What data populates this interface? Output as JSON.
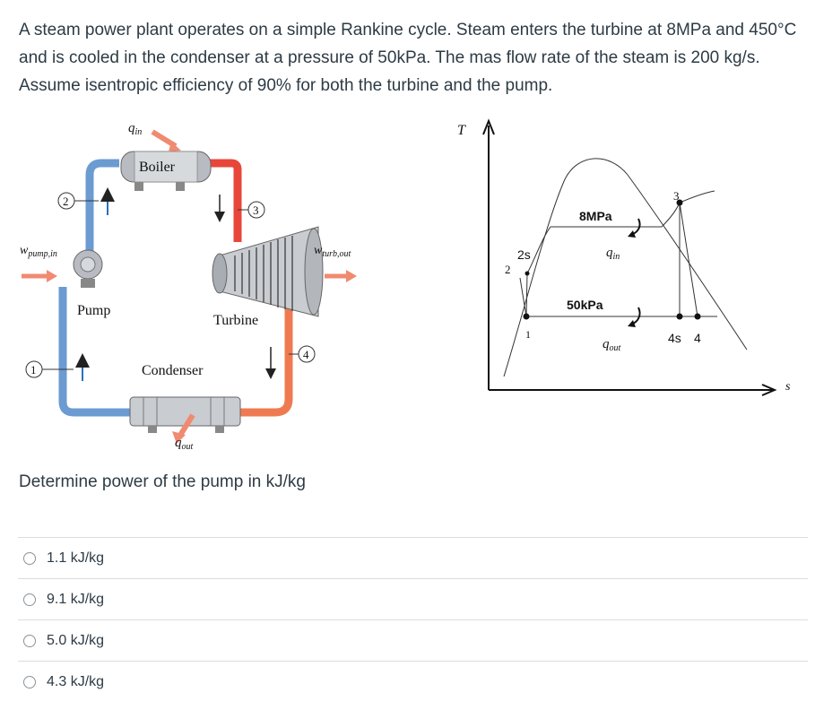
{
  "question": {
    "text": "A steam power plant operates on a simple Rankine cycle. Steam enters the turbine at 8MPa and 450°C and is cooled in the condenser at a pressure of 50kPa. The mas flow rate of the steam is 200 kg/s. Assume isentropic efficiency of 90% for both the turbine and the pump."
  },
  "schematic": {
    "q_in": "q",
    "q_in_sub": "in",
    "boiler": "Boiler",
    "turbine": "Turbine",
    "condenser": "Condenser",
    "pump": "Pump",
    "w_pump": "w",
    "w_pump_sub": "pump,in",
    "w_turb": "w",
    "w_turb_sub": "turb,out",
    "q_out": "q",
    "q_out_sub": "out",
    "state_1": "1",
    "state_2": "2",
    "state_3": "3",
    "state_4": "4"
  },
  "ts_diagram": {
    "t_axis": "T",
    "s_axis": "s",
    "high_pressure": "8MPa",
    "low_pressure": "50kPa",
    "q_in": "q",
    "q_in_sub": "in",
    "q_out": "q",
    "q_out_sub": "out",
    "pt_1": "1",
    "pt_2": "2",
    "pt_2s": "2s",
    "pt_3": "3",
    "pt_4s": "4s",
    "pt_4": "4"
  },
  "prompt": "Determine power of the pump in kJ/kg",
  "answers": [
    {
      "label": "1.1 kJ/kg"
    },
    {
      "label": "9.1 kJ/kg"
    },
    {
      "label": "5.0 kJ/kg"
    },
    {
      "label": "4.3 kJ/kg"
    }
  ],
  "colors": {
    "hot_pipe": "#e8463a",
    "cold_pipe": "#6b9bd1",
    "heat_arrow": "#f08a70",
    "text": "#2d3b45"
  }
}
